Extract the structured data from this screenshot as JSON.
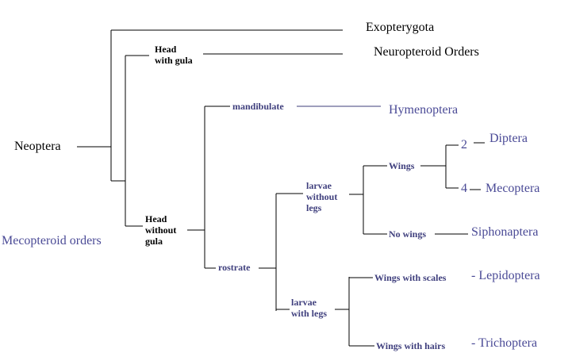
{
  "tree": {
    "root": "Neoptera",
    "group_label": "Mecopteroid orders",
    "taxa": {
      "exopterygota": "Exopterygota",
      "neuropteroid": "Neuropteroid Orders",
      "hymenoptera": "Hymenoptera",
      "diptera": "Diptera",
      "mecoptera": "Mecoptera",
      "siphonaptera": "Siphonaptera",
      "lepidoptera": "- Lepidoptera",
      "trichoptera": "- Trichoptera"
    },
    "characters": {
      "head_with_gula": "Head\nwith gula",
      "head_without_gula": "Head\nwithout\ngula",
      "mandibulate": "mandibulate",
      "rostrate": "rostrate",
      "larvae_without_legs": "larvae\nwithout\nlegs",
      "larvae_with_legs": "larvae\nwith legs",
      "wings": "Wings",
      "no_wings": "No wings",
      "wings_with_scales": "Wings with scales",
      "wings_with_hairs": "Wings with hairs",
      "wing_count_2": "2",
      "wing_count_4": "4"
    }
  }
}
